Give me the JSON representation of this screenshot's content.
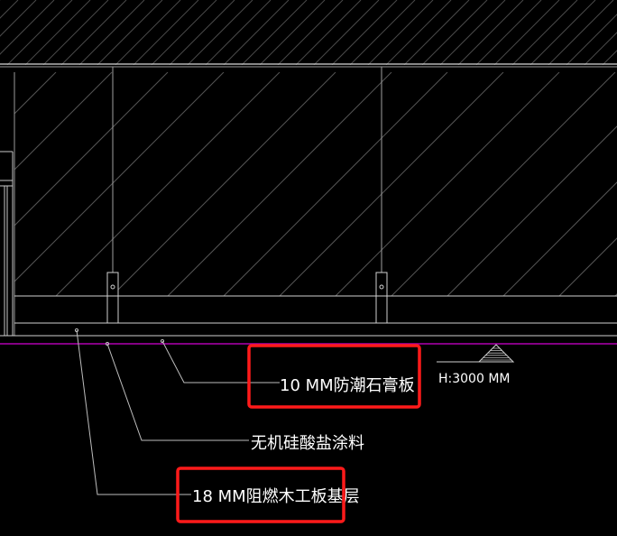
{
  "labels": {
    "gypsum_board": "10 MM防潮石膏板",
    "silicate_coating": "无机硅酸盐涂料",
    "wood_base": "18 MM阻燃木工板基层",
    "elevation": "H:3000 MM"
  },
  "colors": {
    "background": "#000000",
    "line_white": "#d8d8d8",
    "line_gray": "#7a7a7a",
    "hatch": "#5a5a5a",
    "ceiling_line": "#b000b0",
    "highlight": "#ff1a1a"
  }
}
